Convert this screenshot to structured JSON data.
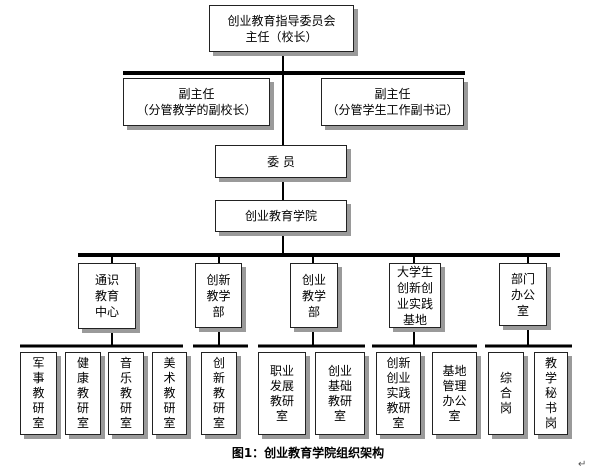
{
  "top": {
    "line1": "创业教育指导委员会",
    "line2": "主任（校长）"
  },
  "deputies": [
    {
      "line1": "副主任",
      "line2": "（分管教学的副校长）"
    },
    {
      "line1": "副主任",
      "line2": "（分管学生工作副书记）"
    }
  ],
  "members": "委 员",
  "college": "创业教育学院",
  "departments": [
    {
      "label": "通识\n教育\n中心",
      "subs": [
        "军\n事\n教\n研\n室",
        "健\n康\n教\n研\n室",
        "音\n乐\n教\n研\n室",
        "美\n术\n教\n研\n室"
      ]
    },
    {
      "label": "创新\n教学\n部",
      "subs": [
        "创\n新\n教\n研\n室"
      ]
    },
    {
      "label": "创业\n教学\n部",
      "subs": [
        "职业\n发展\n教研\n室",
        "创业\n基础\n教研\n室"
      ]
    },
    {
      "label": "大学生\n创新创\n业实践\n基地",
      "subs": [
        "创新\n创业\n实践\n教研\n室",
        "基地\n管理\n办公\n室"
      ]
    },
    {
      "label": "部门\n办公\n室",
      "subs": [
        "综\n合\n岗",
        "教\n学\n秘\n书\n岗"
      ]
    }
  ],
  "caption": "图1：创业教育学院组织架构",
  "return_mark": "↵"
}
